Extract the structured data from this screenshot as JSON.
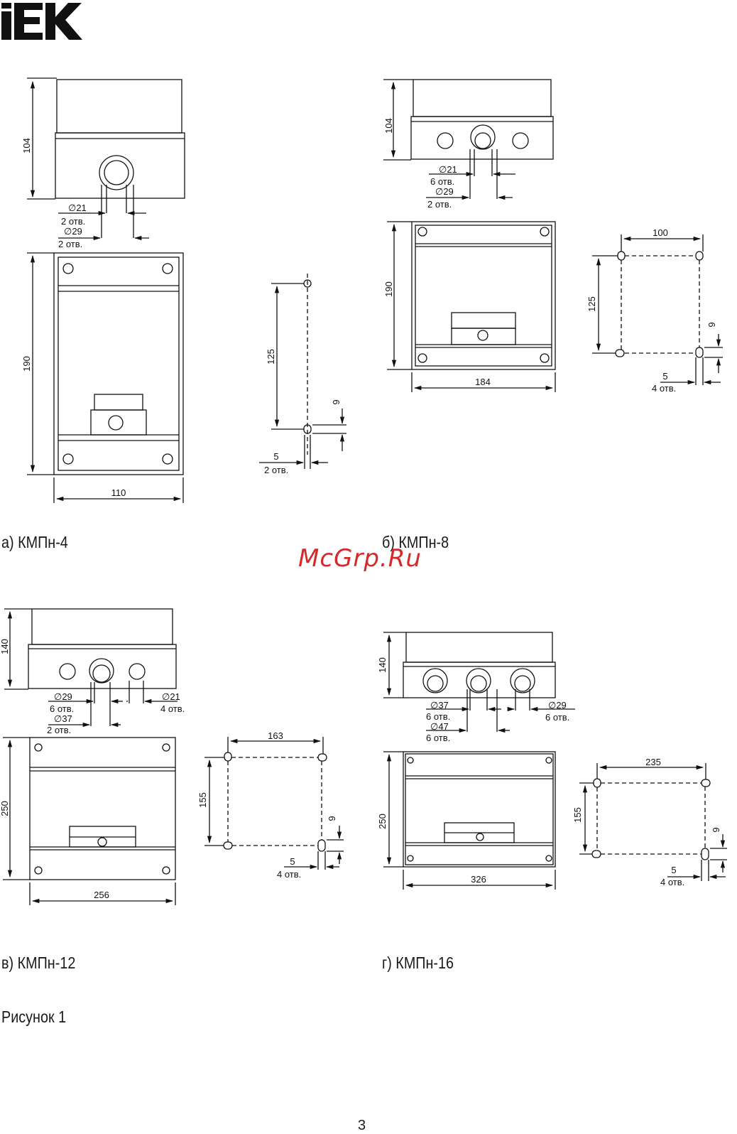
{
  "logo": {
    "text": "IEK"
  },
  "watermark": "McGrp.Ru",
  "page_number": "3",
  "figure_caption": "Рисунок 1",
  "panels": {
    "a": {
      "caption": "а) КМПн-4",
      "dims": {
        "height_top": "104",
        "height_front": "190",
        "width": "110",
        "mount_h": "125",
        "mount_slot": "9",
        "mount_hole": "5",
        "mount_hole_qty": "2 отв."
      },
      "holes": [
        {
          "d": "∅21",
          "qty": "2 отв."
        },
        {
          "d": "∅29",
          "qty": "2 отв."
        }
      ]
    },
    "b": {
      "caption": "б) КМПн-8",
      "dims": {
        "height_top": "104",
        "height_front": "190",
        "width": "184",
        "mount_w": "100",
        "mount_h": "125",
        "mount_slot": "9",
        "mount_hole": "5",
        "mount_hole_qty": "4 отв."
      },
      "holes": [
        {
          "d": "∅21",
          "qty": "6 отв."
        },
        {
          "d": "∅29",
          "qty": "2 отв."
        }
      ]
    },
    "c": {
      "caption": "в) КМПн-12",
      "dims": {
        "height_top": "140",
        "height_front": "250",
        "width": "256",
        "mount_w": "163",
        "mount_h": "155",
        "mount_slot": "9",
        "mount_hole": "5",
        "mount_hole_qty": "4 отв."
      },
      "holes": [
        {
          "d": "∅29",
          "qty": "6 отв."
        },
        {
          "d": "∅37",
          "qty": "2 отв."
        },
        {
          "d": "∅21",
          "qty": "4 отв."
        }
      ]
    },
    "d": {
      "caption": "г) КМПн-16",
      "dims": {
        "height_top": "140",
        "height_front": "250",
        "width": "326",
        "mount_w": "235",
        "mount_h": "155",
        "mount_slot": "9",
        "mount_hole": "5",
        "mount_hole_qty": "4 отв."
      },
      "holes": [
        {
          "d": "∅37",
          "qty": "6 отв."
        },
        {
          "d": "∅47",
          "qty": "6 отв."
        },
        {
          "d": "∅29",
          "qty": "6 отв."
        }
      ]
    }
  }
}
